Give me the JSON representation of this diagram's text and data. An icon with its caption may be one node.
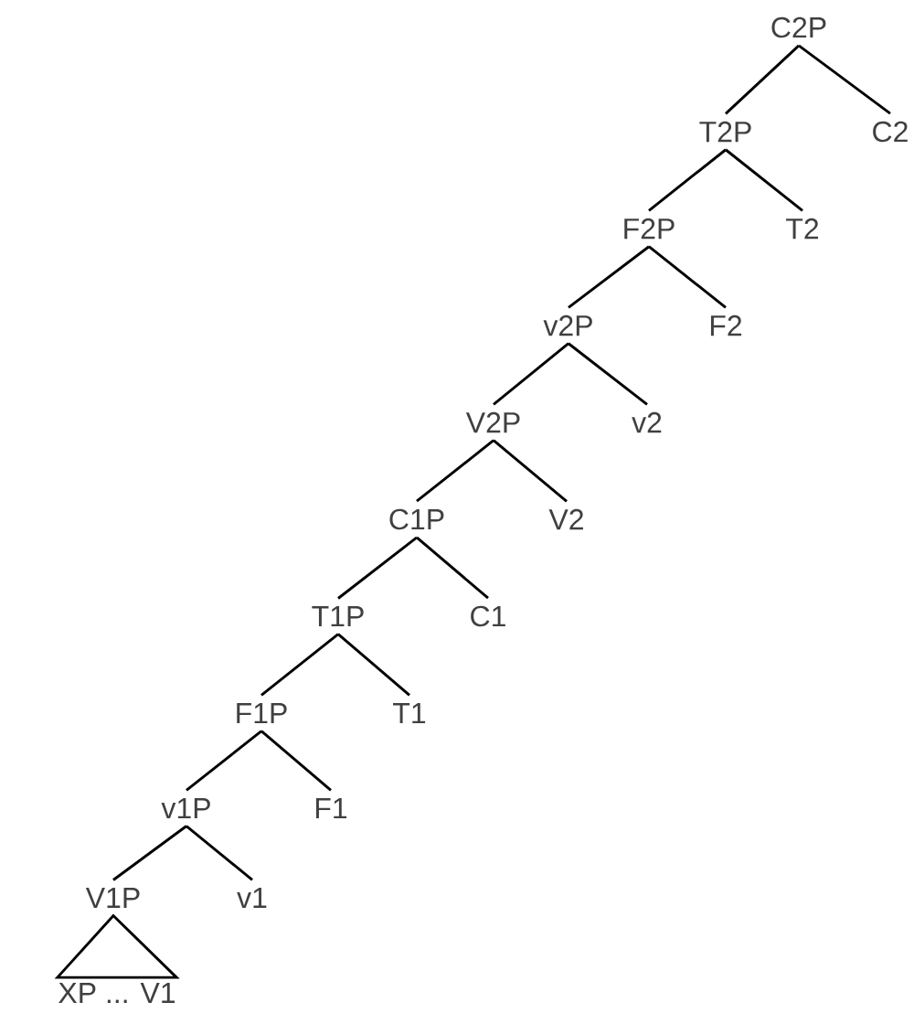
{
  "diagram": {
    "nodes": [
      {
        "text": [
          "C2P"
        ]
      },
      {
        "text": [
          "T2P"
        ]
      },
      {
        "text": [
          "C2"
        ]
      },
      {
        "text": [
          "F2P"
        ]
      },
      {
        "text": [
          "T2"
        ]
      },
      {
        "text": [
          "v2P"
        ]
      },
      {
        "text": [
          "F2"
        ]
      },
      {
        "text": [
          "V2P"
        ]
      },
      {
        "text": [
          "v2"
        ]
      },
      {
        "text": [
          "C1P"
        ]
      },
      {
        "text": [
          "V2"
        ]
      },
      {
        "text": [
          "T1P"
        ]
      },
      {
        "text": [
          "C1"
        ]
      },
      {
        "text": [
          "F1P"
        ]
      },
      {
        "text": [
          "T1"
        ]
      },
      {
        "text": [
          "v1P"
        ]
      },
      {
        "text": [
          "F1"
        ]
      },
      {
        "text": [
          "V1P"
        ]
      },
      {
        "text": [
          "v1"
        ]
      },
      {
        "text": [
          "XP ... V1"
        ]
      }
    ],
    "edges": [
      {
        "from": 0,
        "to": 1,
        "arrow": "none"
      },
      {
        "from": 0,
        "to": 2,
        "arrow": "none"
      },
      {
        "from": 1,
        "to": 3,
        "arrow": "none"
      },
      {
        "from": 1,
        "to": 4,
        "arrow": "none"
      },
      {
        "from": 3,
        "to": 5,
        "arrow": "none"
      },
      {
        "from": 3,
        "to": 6,
        "arrow": "none"
      },
      {
        "from": 5,
        "to": 7,
        "arrow": "none"
      },
      {
        "from": 5,
        "to": 8,
        "arrow": "none"
      },
      {
        "from": 7,
        "to": 9,
        "arrow": "none"
      },
      {
        "from": 7,
        "to": 10,
        "arrow": "none"
      },
      {
        "from": 9,
        "to": 11,
        "arrow": "none"
      },
      {
        "from": 9,
        "to": 12,
        "arrow": "none"
      },
      {
        "from": 11,
        "to": 13,
        "arrow": "none"
      },
      {
        "from": 11,
        "to": 14,
        "arrow": "none"
      },
      {
        "from": 13,
        "to": 15,
        "arrow": "none"
      },
      {
        "from": 13,
        "to": 16,
        "arrow": "none"
      },
      {
        "from": 15,
        "to": 17,
        "arrow": "none"
      },
      {
        "from": 15,
        "to": 18,
        "arrow": "none"
      },
      {
        "from": 17,
        "to": 19,
        "arrow": "none"
      }
    ]
  }
}
